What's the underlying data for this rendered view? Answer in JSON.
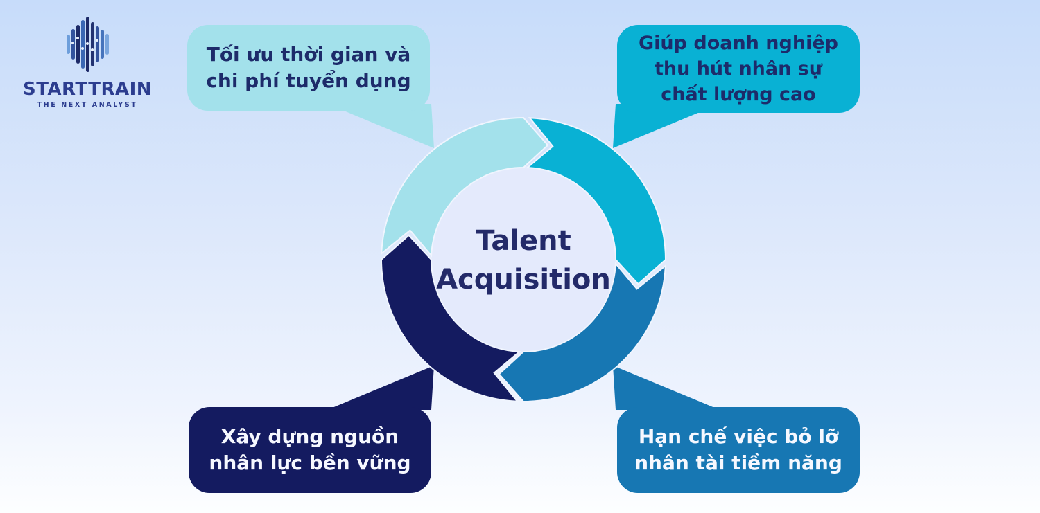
{
  "brand": {
    "name": "STARTTRAIN",
    "tagline": "THE NEXT ANALYST",
    "color": "#2c3d8f"
  },
  "center": {
    "line1": "Talent",
    "line2": "Acquisition",
    "text_color": "#232a69"
  },
  "callouts": [
    {
      "position": "top-left",
      "lines": [
        "Tối ưu thời gian và",
        "chi phí tuyển dụng"
      ],
      "color": "#a3e1eb",
      "text_color": "#1d2b6a"
    },
    {
      "position": "top-right",
      "lines": [
        "Giúp doanh nghiệp",
        "thu hút nhân sự",
        "chất lượng cao"
      ],
      "color": "#09b1d4",
      "text_color": "#1d2b6a"
    },
    {
      "position": "bottom-left",
      "lines": [
        "Xây dựng nguồn",
        "nhân lực bền vững"
      ],
      "color": "#141b60",
      "text_color": "#ffffff"
    },
    {
      "position": "bottom-right",
      "lines": [
        "Hạn chế việc bỏ lỡ",
        "nhân tài tiềm năng"
      ],
      "color": "#1777b3",
      "text_color": "#ffffff"
    }
  ],
  "cycle": {
    "direction": "clockwise",
    "segments": [
      {
        "position": "top-left",
        "color": "#a3e1eb"
      },
      {
        "position": "top-right",
        "color": "#09b1d4"
      },
      {
        "position": "bottom-right",
        "color": "#1777b3"
      },
      {
        "position": "bottom-left",
        "color": "#141b60"
      }
    ],
    "inner_circle_color": "#e4eafc"
  },
  "background": {
    "gradient_top": "#c7dcfa",
    "gradient_bottom": "#fdfeff"
  }
}
